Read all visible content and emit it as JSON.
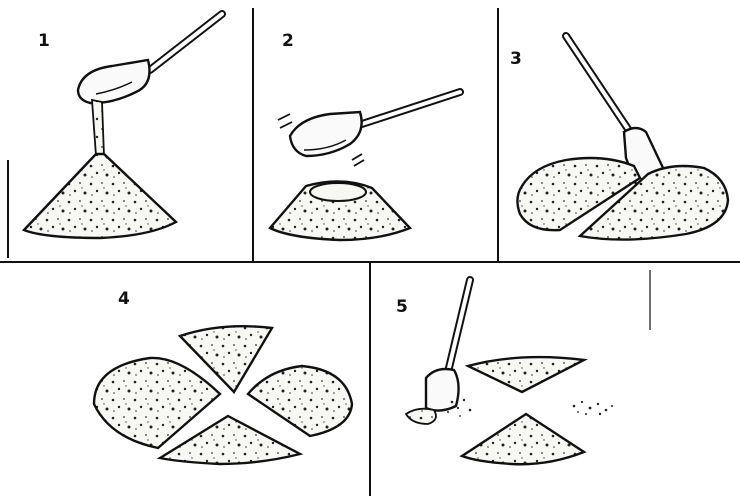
{
  "steps": [
    {
      "label": "1"
    },
    {
      "label": "2"
    },
    {
      "label": "3"
    },
    {
      "label": "4"
    },
    {
      "label": "5"
    }
  ]
}
